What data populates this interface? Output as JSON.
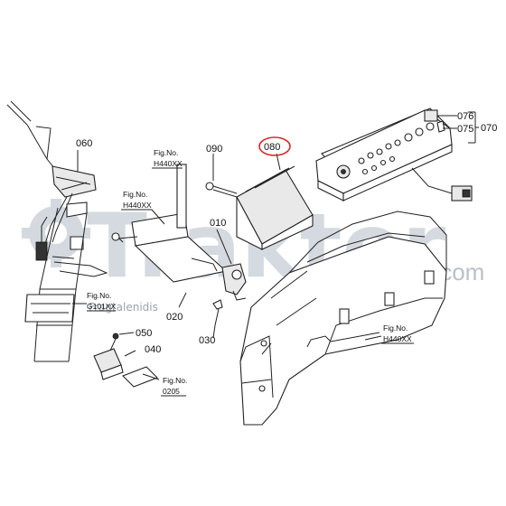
{
  "watermark": {
    "brand": "Trakter",
    "domain_suffix": ".com",
    "credit": "Fragtalenidis"
  },
  "callouts": {
    "c060": "060",
    "c090": "090",
    "c080": "080",
    "c010": "010",
    "c020": "020",
    "c030": "030",
    "c050": "050",
    "c040": "040",
    "c076": "076",
    "c075": "075",
    "c070": "070"
  },
  "fig_refs": {
    "f1": {
      "title": "Fig.No.",
      "code": "H440XX"
    },
    "f2": {
      "title": "Fig.No.",
      "code": "H440XX"
    },
    "f3": {
      "title": "Fig.No.",
      "code": "G101XX"
    },
    "f4": {
      "title": "Fig.No.",
      "code": "0205"
    },
    "f5": {
      "title": "Fig.No.",
      "code": "H440XX"
    }
  },
  "highlight": {
    "callout": "080",
    "color": "#d9262a"
  }
}
